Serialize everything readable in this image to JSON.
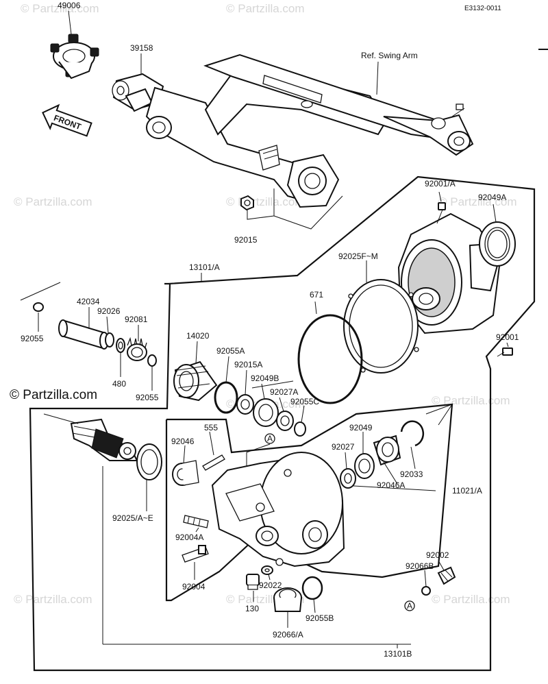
{
  "diagram_code": "E3132-0011",
  "front_label": "FRONT",
  "ref_swing_arm": "Ref. Swing Arm",
  "watermark": "© Partzilla.com",
  "marker_a": "A",
  "callouts": {
    "c49006": "49006",
    "c39158": "39158",
    "c92015": "92015",
    "c13101a": "13101/A",
    "c92001a": "92001/A",
    "c92049a": "92049A",
    "c92025fm": "92025F~M",
    "c671": "671",
    "c92001": "92001",
    "c42034": "42034",
    "c92026": "92026",
    "c92081": "92081",
    "c92055_left": "92055",
    "c480": "480",
    "c92055_mid": "92055",
    "c14020": "14020",
    "c92055a": "92055A",
    "c92015a": "92015A",
    "c92049b": "92049B",
    "c92027a": "92027A",
    "c92055c": "92055C",
    "c555": "555",
    "c92046": "92046",
    "c92049": "92049",
    "c92027": "92027",
    "c92033": "92033",
    "c92046a": "92046A",
    "c11021a": "11021/A",
    "c92025ae": "92025/A~E",
    "c92004a": "92004A",
    "c92004": "92004",
    "c92002": "92002",
    "c92066b": "92066B",
    "c92022": "92022",
    "c130": "130",
    "c92055b": "92055B",
    "c92066a": "92066/A",
    "c13101b": "13101B"
  }
}
